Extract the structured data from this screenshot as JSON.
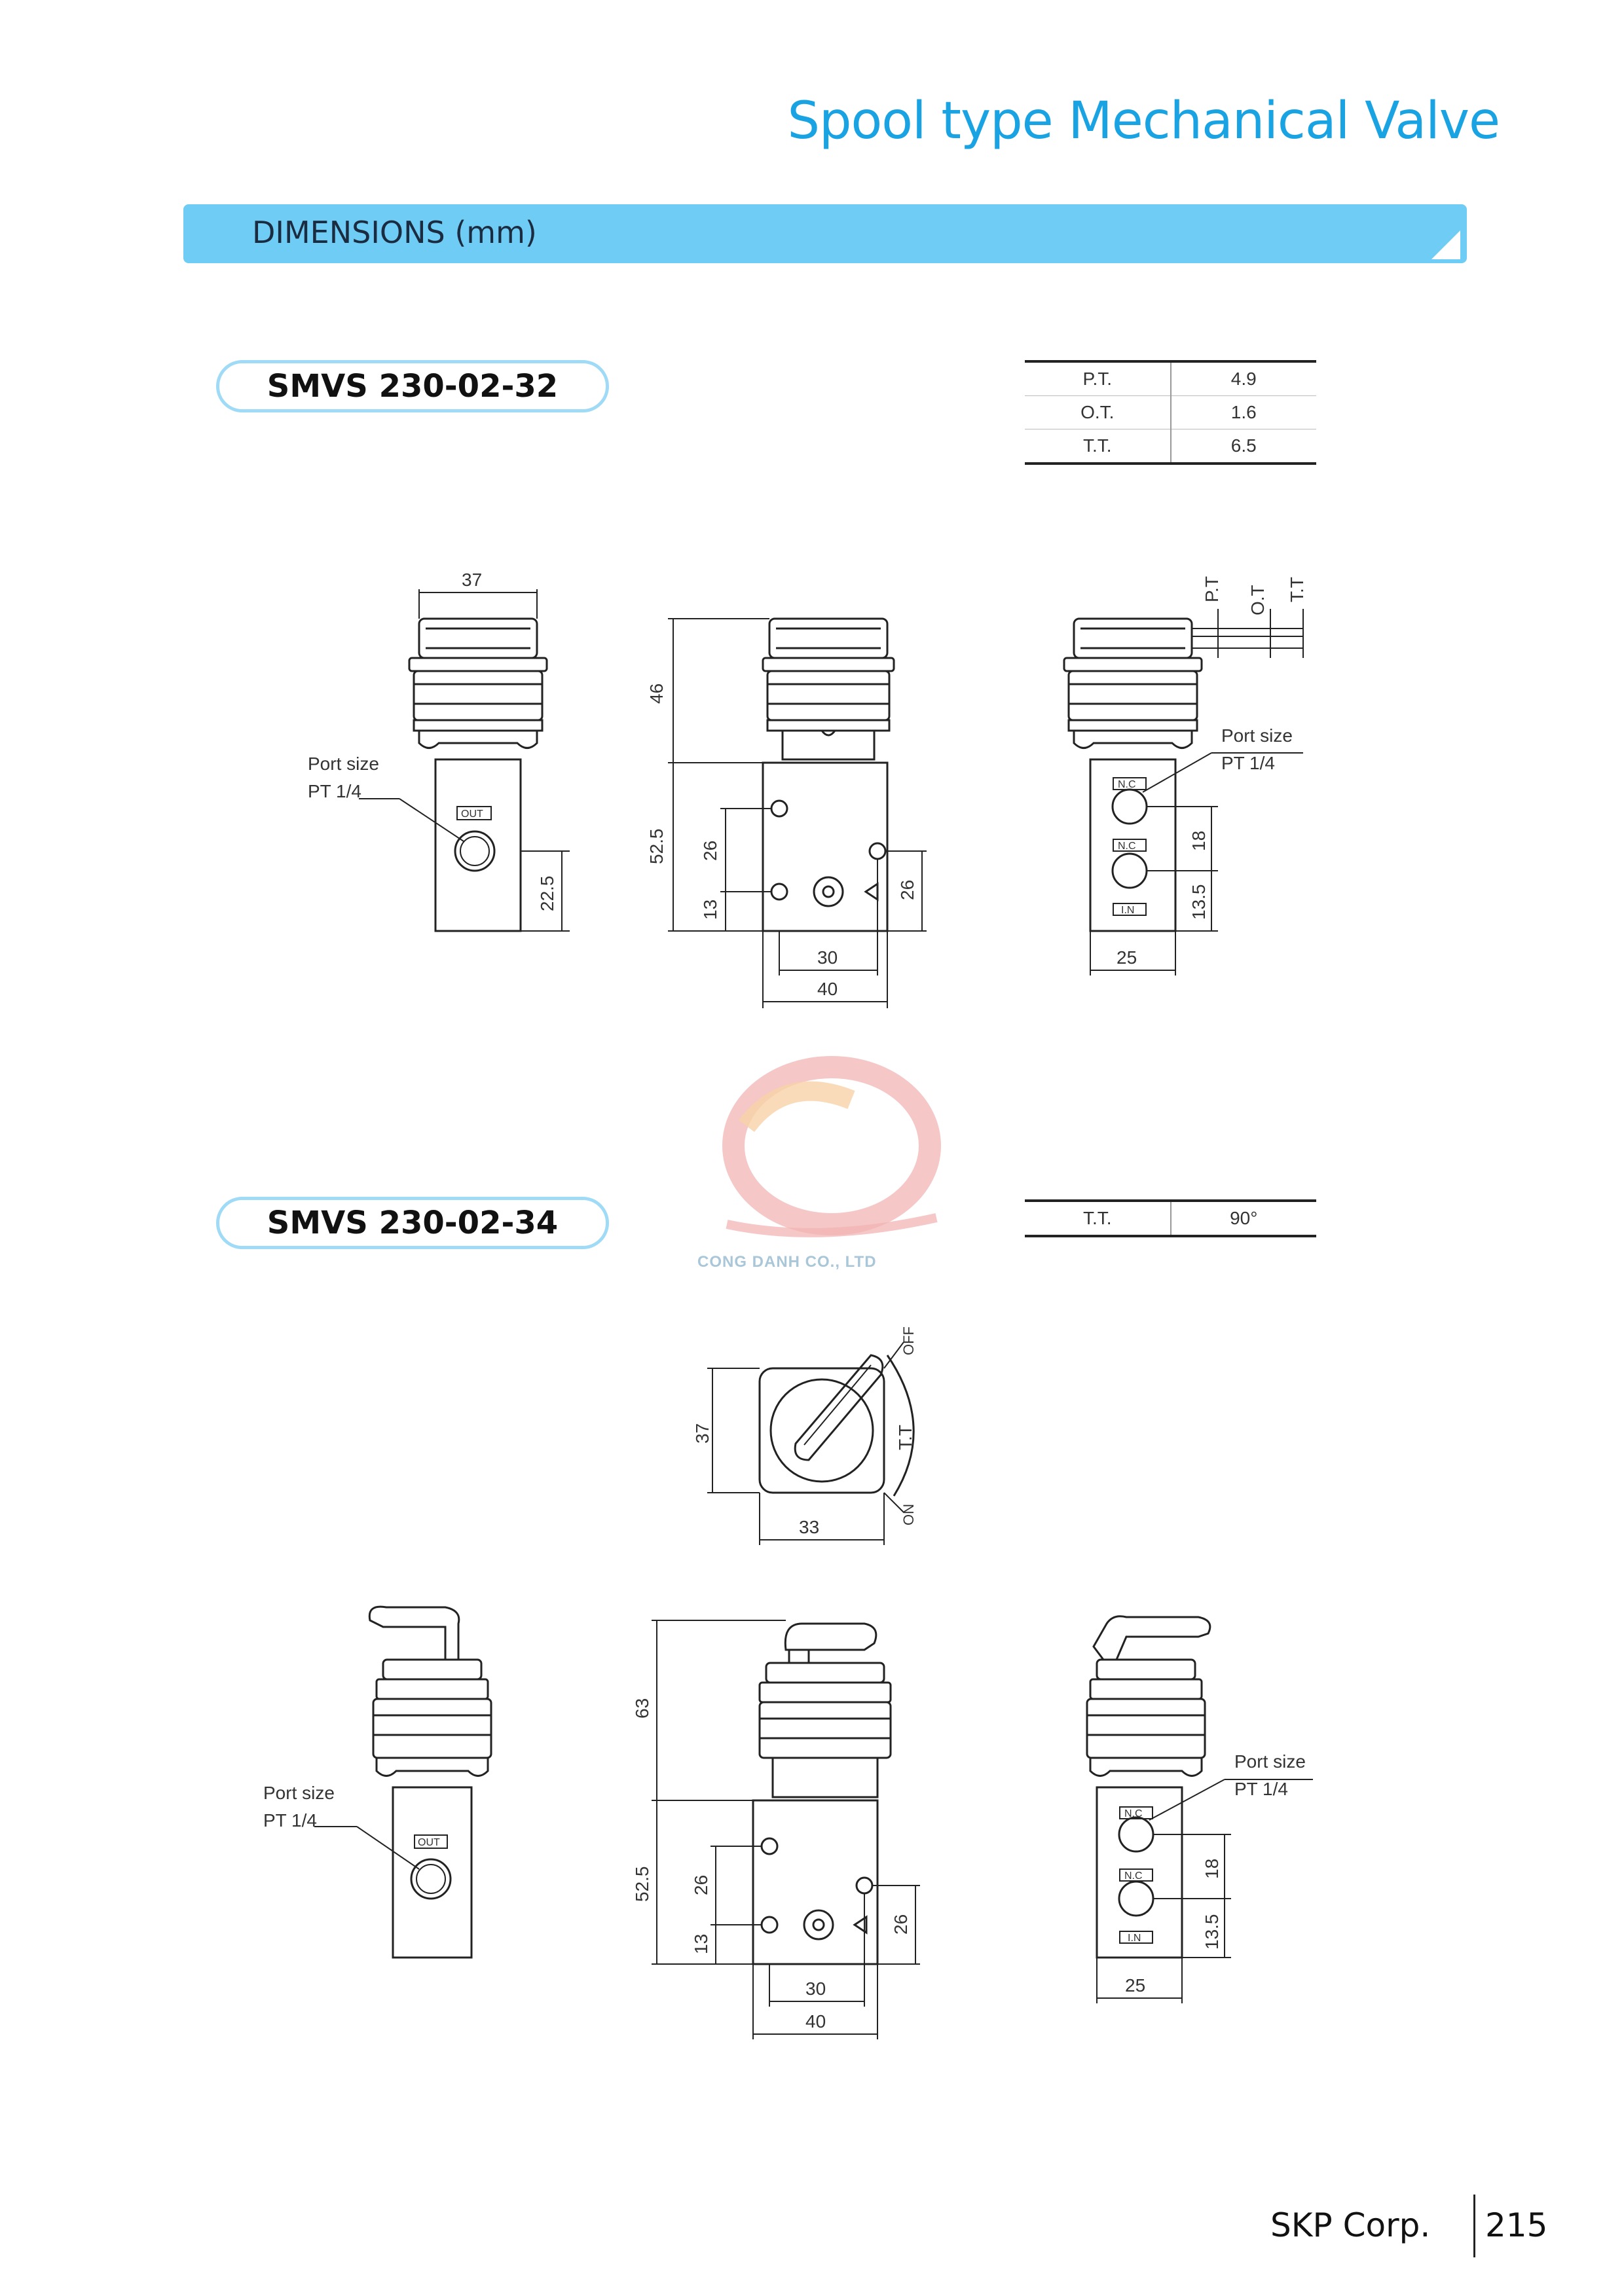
{
  "header": {
    "title": "Spool type Mechanical Valve"
  },
  "section": {
    "title": "DIMENSIONS (mm)"
  },
  "models": [
    {
      "name": "SMVS 230-02-32",
      "specs": [
        {
          "label": "P.T.",
          "value": "4.9"
        },
        {
          "label": "O.T.",
          "value": "1.6"
        },
        {
          "label": "T.T.",
          "value": "6.5"
        }
      ]
    },
    {
      "name": "SMVS 230-02-34",
      "specs": [
        {
          "label": "T.T.",
          "value": "90°"
        }
      ]
    }
  ],
  "drawing_labels": {
    "port_size_line1": "Port size",
    "port_size_line2": "PT 1/4",
    "out": "OUT",
    "nc": "N.C",
    "in": "I.N",
    "pt": "P.T",
    "ot": "O.T",
    "tt": "T.T",
    "off": "OFF",
    "on": "ON"
  },
  "dims": {
    "d37": "37",
    "d46": "46",
    "d52_5": "52.5",
    "d26": "26",
    "d13": "13",
    "d22_5": "22.5",
    "d30": "30",
    "d40": "40",
    "d18": "18",
    "d13_5": "13.5",
    "d25": "25",
    "d33": "33",
    "d63": "63"
  },
  "watermark": {
    "company": "CONG DANH CO., LTD"
  },
  "footer": {
    "company": "SKP Corp.",
    "page": "215"
  }
}
